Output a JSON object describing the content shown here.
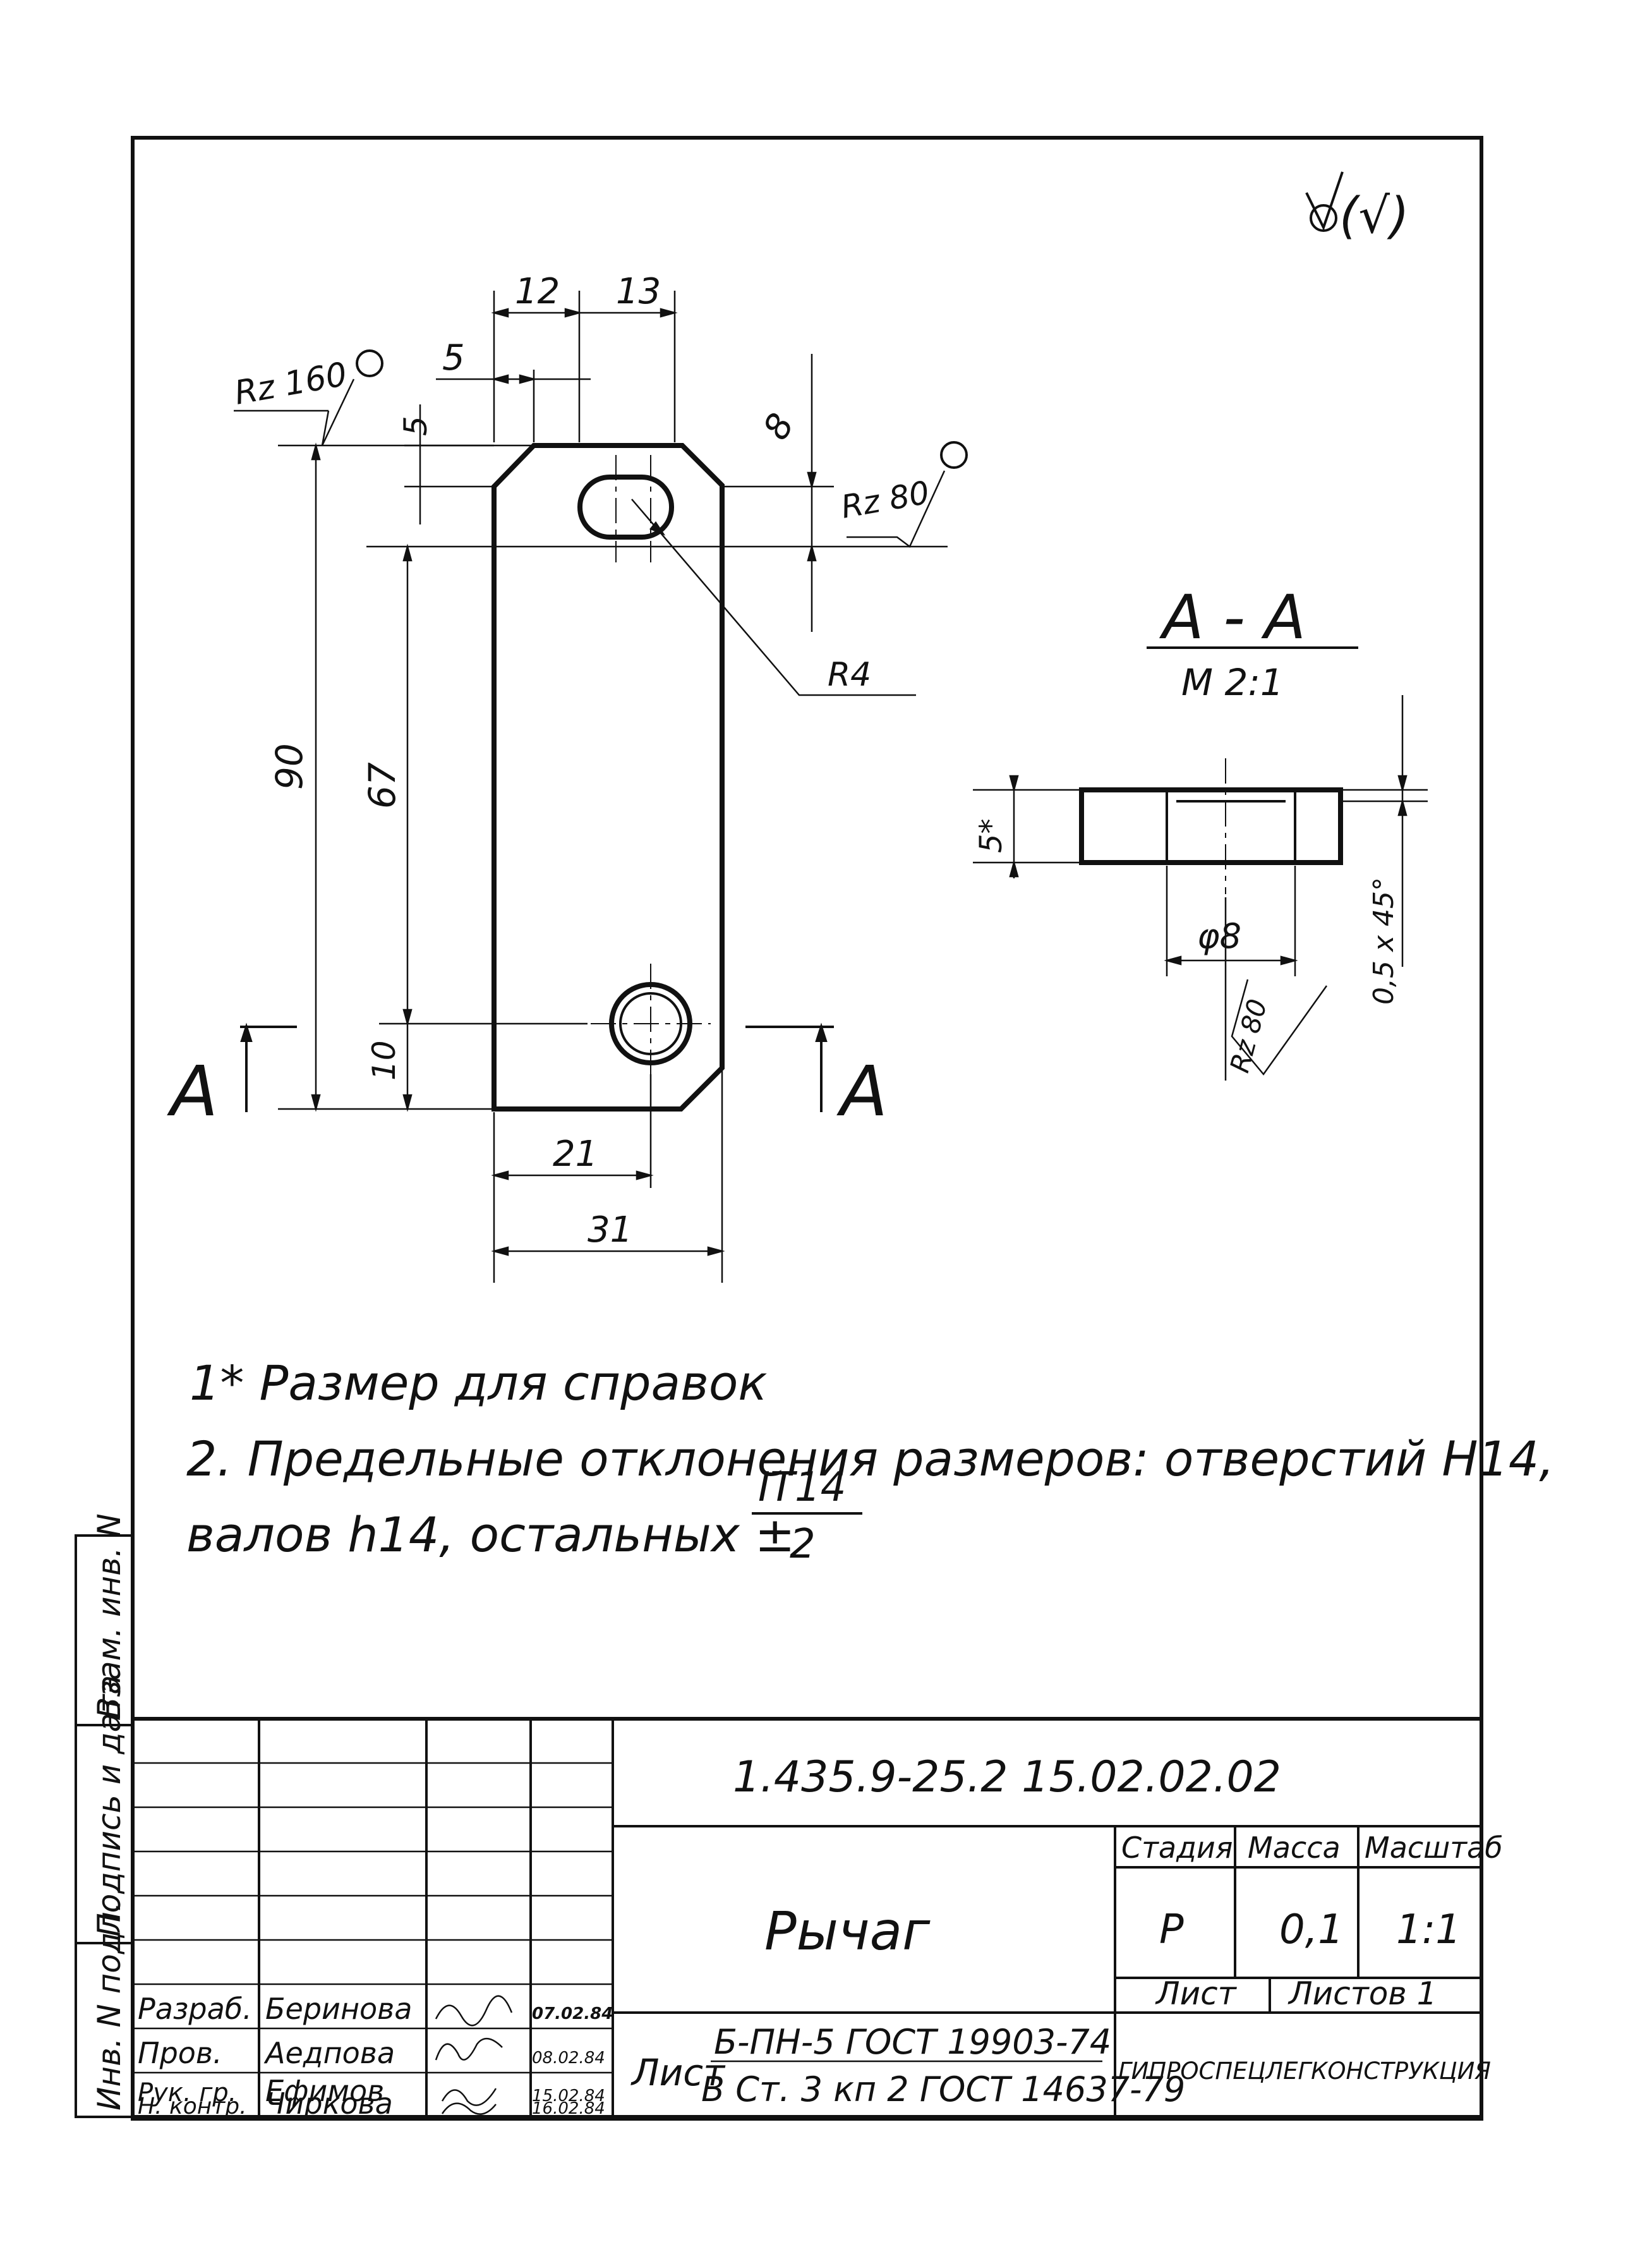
{
  "roughness_general": "(√)",
  "view_main": {
    "dims": {
      "top_12": "12",
      "top_13": "13",
      "top_5": "5",
      "left_5": "5",
      "right_8": "8",
      "height_90": "90",
      "height_67": "67",
      "height_10": "10",
      "radius": "R4",
      "width_21": "21",
      "width_31": "31"
    },
    "roughness_top_left": "Rz 160",
    "roughness_slot": "Rz 80",
    "section_mark_left": "A",
    "section_mark_right": "A"
  },
  "section_view": {
    "title": "A - A",
    "scale": "M 2:1",
    "dim_thickness": "5*",
    "dim_diameter": "φ8",
    "dim_chamfer": "0,5 x 45°",
    "roughness": "Rz 80"
  },
  "notes": {
    "line1": "1* Размер для справок",
    "line2": "2. Предельные отклонения размеров: отверстий H14,",
    "line3_prefix": "валов h14, остальных ±",
    "line3_fraction_numerator": "IT14",
    "line3_fraction_denominator": "2"
  },
  "side_stamp": {
    "cells": [
      "Инв. N подл.",
      "Подпись и дата",
      "Взам. инв. N"
    ]
  },
  "title_block": {
    "designation": "1.435.9-25.2  15.02.02.02",
    "part_name": "Рычаг",
    "col_stage": "Стадия",
    "col_mass": "Масса",
    "col_scale": "Масштаб",
    "stage_value": "Р",
    "mass_value": "0,1",
    "scale_value": "1:1",
    "sheet_label": "Лист",
    "sheets_label": "Листов 1",
    "material_prefix": "Лист",
    "material_line1": "Б-ПН-5 ГОСТ 19903-74",
    "material_line2": "В Ст. 3 кп 2 ГОСТ 14637-79",
    "organization": "ГИПРОСПЕЦЛЕГКОНСТРУКЦИЯ",
    "roles": [
      {
        "role": "Разраб.",
        "name": "Беринова",
        "date": "07.02.84"
      },
      {
        "role": "Пров.",
        "name": "Аедпова",
        "date": "08.02.84"
      },
      {
        "role": "Рук. гр.",
        "name": "Ефимов",
        "date": "15.02.84"
      },
      {
        "role": "Н. контр.",
        "name": "Чиркова",
        "date": "16.02.84"
      }
    ]
  }
}
